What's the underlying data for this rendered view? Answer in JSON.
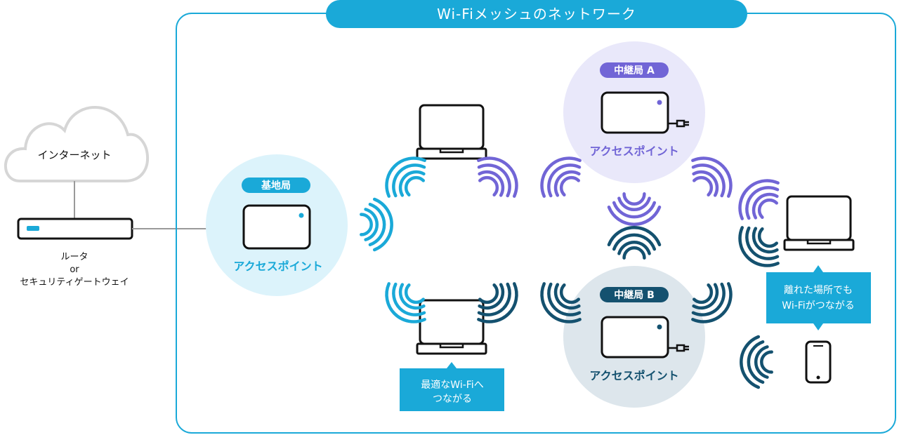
{
  "title": "Wi-Fiメッシュのネットワーク",
  "internet": {
    "label": "インターネット"
  },
  "router": {
    "line1": "ルータ",
    "line2": "or",
    "line3": "セキュリティゲートウェイ"
  },
  "base_station": {
    "badge": "基地局",
    "label": "アクセスポイント"
  },
  "relay_a": {
    "badge": "中継局 A",
    "label": "アクセスポイント"
  },
  "relay_b": {
    "badge": "中継局 B",
    "label": "アクセスポイント"
  },
  "callout_optimal": {
    "line1": "最適なWi-Fiへ",
    "line2": "つながる"
  },
  "callout_remote": {
    "line1": "離れた場所でも",
    "line2": "Wi-Fiがつながる"
  },
  "colors": {
    "accent": "#1aa9d8",
    "purple": "#7165d6",
    "navy": "#14516f",
    "base_bg": "#dcf3fb",
    "relay_a_bg": "#e9e8fa",
    "relay_b_bg": "#dde6ec",
    "cloud": "#d6d6d6"
  }
}
